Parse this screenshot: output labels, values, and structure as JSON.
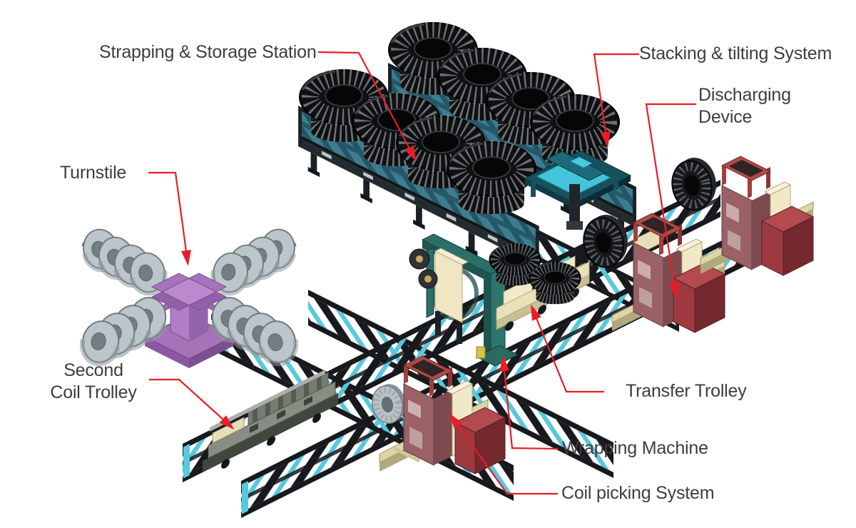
{
  "diagram": {
    "labels": {
      "strapping": "Strapping & Storage Station",
      "stacking": "Stacking & tilting System",
      "discharging_line1": "Discharging",
      "discharging_line2": "Device",
      "turnstile": "Turnstile",
      "second_trolley_line1": "Second",
      "second_trolley_line2": "Coil Trolley",
      "transfer": "Transfer Trolley",
      "wrapping": "Wrapping Machine",
      "coil_picking": "Coil picking System"
    },
    "colors": {
      "leader_red": "#ec1c24",
      "label_text": "#3d3d3d",
      "background": "#ffffff",
      "conveyor_teal": "#3c7d90",
      "stacker_cyan": "#45c3da",
      "rail_black": "#17191d",
      "tie_cyan": "#57c8de",
      "coil_black": "#17181b",
      "turnstile_purple": "#a977be",
      "disc_gray": "#bcc5c9",
      "cream_panel": "#f1e8c6",
      "maroon_tower": "#9a6166",
      "cabinet_red": "#9c3a40",
      "base_khaki": "#cfc69a",
      "wrapper_green": "#2c6e68"
    }
  }
}
